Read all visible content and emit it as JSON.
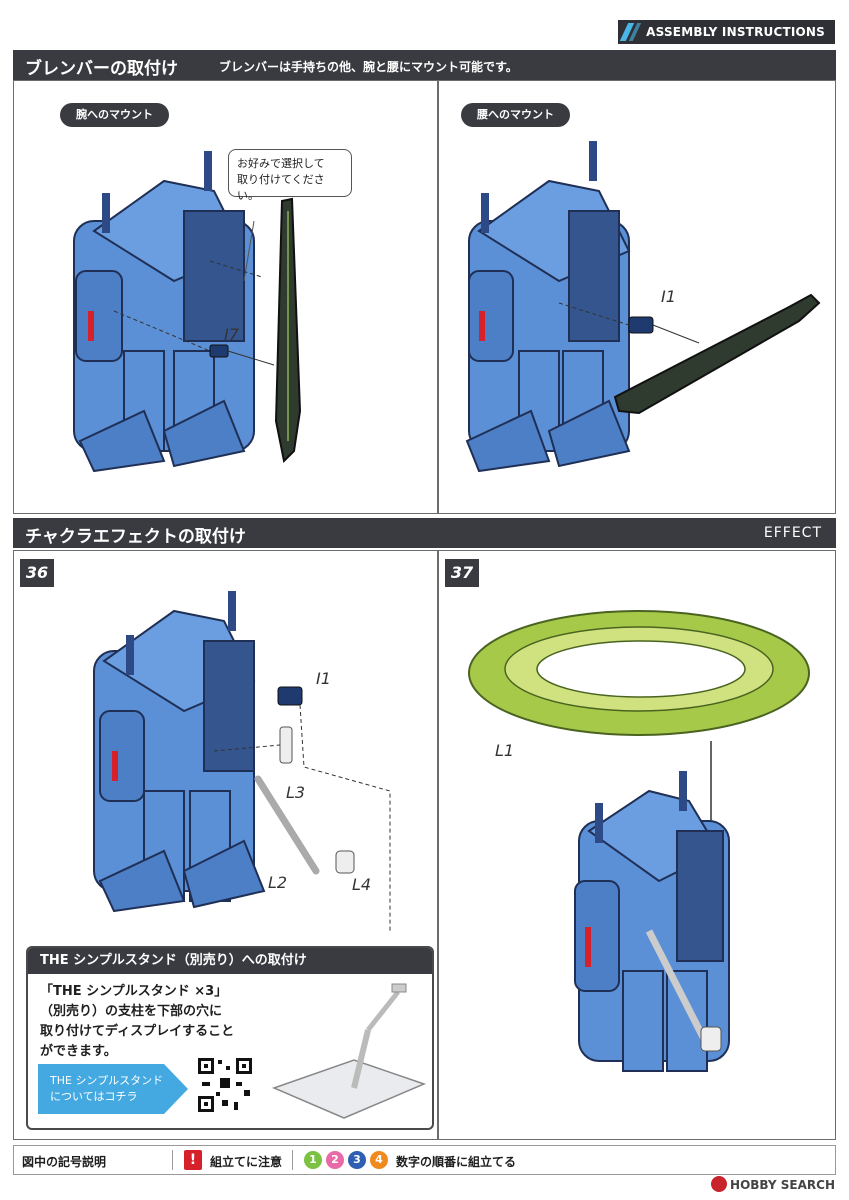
{
  "header": {
    "tab_label": "ASSEMBLY INSTRUCTIONS"
  },
  "section1": {
    "title": "ブレンバーの取付け",
    "subtitle": "ブレンバーは手持ちの他、腕と腰にマウント可能です。",
    "left_panel": {
      "label": "腕へのマウント",
      "callout_line1": "お好みで選択して",
      "callout_line2": "取り付けてください。",
      "part": "I7"
    },
    "right_panel": {
      "label": "腰へのマウント",
      "part": "I1"
    }
  },
  "section2": {
    "title": "チャクラエフェクトの取付け",
    "right_label": "EFFECT",
    "step36": {
      "number": "36",
      "parts": [
        "I1",
        "L3",
        "L2",
        "L4"
      ]
    },
    "step37": {
      "number": "37",
      "part": "L1"
    }
  },
  "stand_box": {
    "header": "THE シンプルスタンド（別売り）への取付け",
    "body_line1": "「THE シンプルスタンド ×3」",
    "body_line2": "（別売り）の支柱を下部の穴に",
    "body_line3": "取り付けてディスプレイすること",
    "body_line4": "ができます。",
    "link_line1": "THE シンプルスタンド",
    "link_line2": "についてはコチラ"
  },
  "legend": {
    "title": "図中の記号説明",
    "warn_symbol": "!",
    "warn_text": "組立てに注意",
    "numbers": [
      "1",
      "2",
      "3",
      "4"
    ],
    "number_colors": [
      "#7cc242",
      "#e86aa6",
      "#2f5fb3",
      "#f08a1e"
    ],
    "number_text": "数字の順番に組立てる"
  },
  "watermark": {
    "brand": "HOBBY SEARCH"
  },
  "colors": {
    "robot_body": "#5b8fd6",
    "robot_dark": "#2d4a86",
    "effect_green": "#a7c94a",
    "bar_dark": "#3a3b41",
    "accent_blue": "#44a9e0"
  }
}
